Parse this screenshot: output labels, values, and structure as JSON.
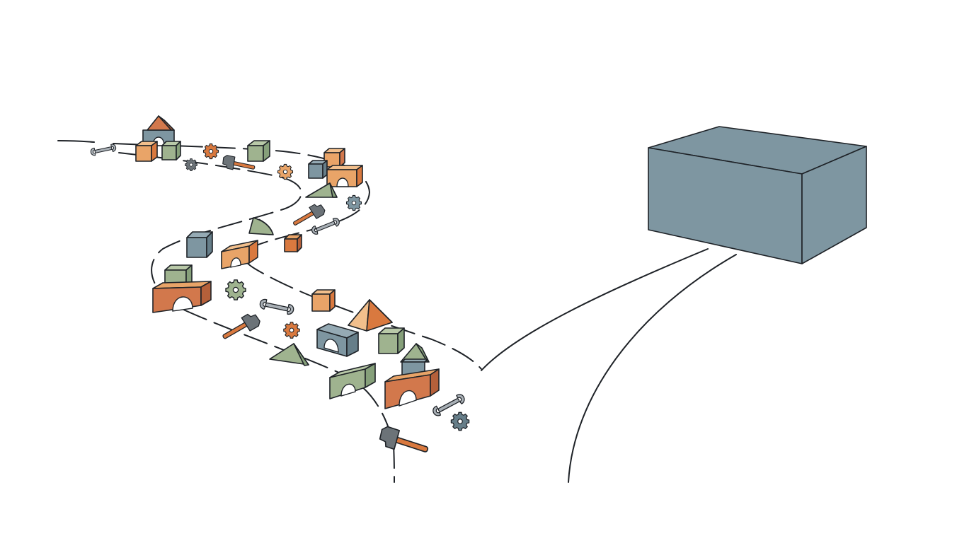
{
  "scene": {
    "palette": {
      "outline": "#1e2227",
      "orange": "#e9a468",
      "orange_light": "#f2bf8c",
      "orange_dark": "#d9793f",
      "terracotta": "#d2784c",
      "green": "#9fb38f",
      "green_light": "#b9c9a8",
      "green_dark": "#86a07a",
      "slate": "#7e96a1",
      "slate_light": "#95aab4",
      "slate_dark": "#667e89",
      "steel": "#a9b0b6",
      "steel_dark": "#6c7378",
      "background": "#ffffff"
    },
    "winding_path": {
      "style": "dashed",
      "items": [
        "wrench-icon",
        "gear-icon",
        "hammer-icon",
        "block-arch-icon",
        "block-cube-icon",
        "block-wedge-icon",
        "block-ramp-icon",
        "block-tower-icon"
      ]
    },
    "destination": {
      "shape": "box",
      "face_color": "#7e96a1"
    },
    "straight_path": {
      "style": "solid"
    }
  }
}
